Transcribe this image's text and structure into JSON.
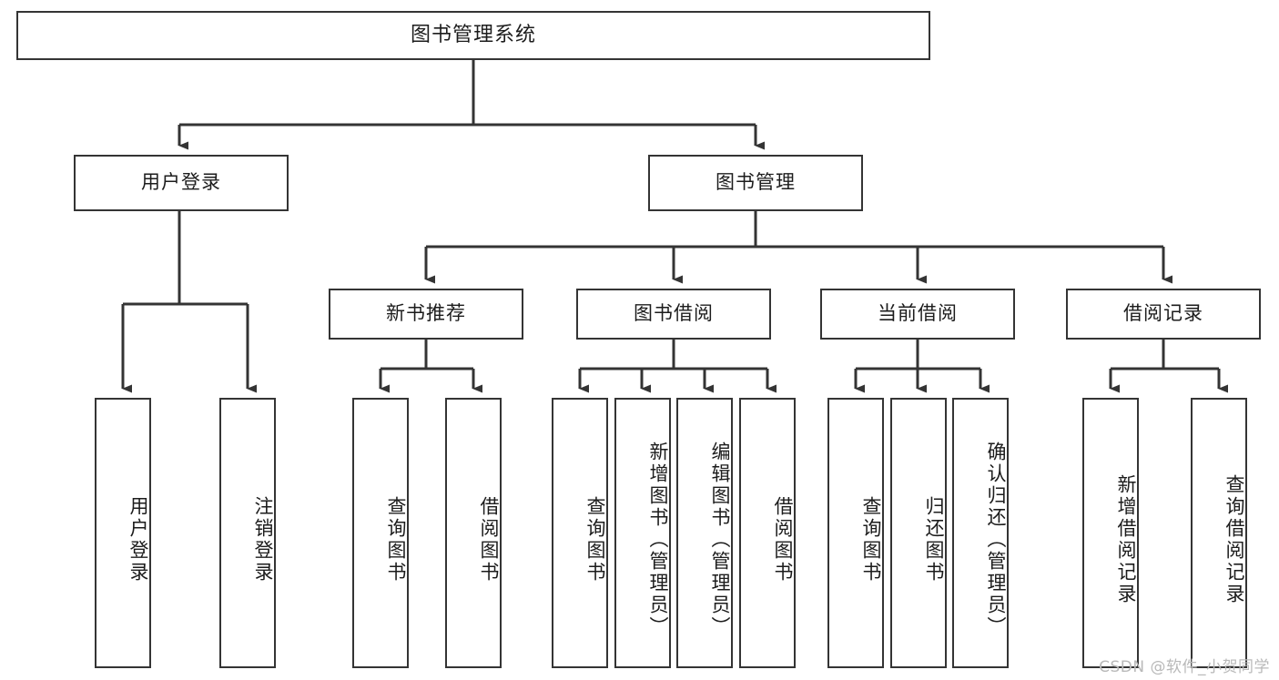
{
  "diagram": {
    "title": "图书管理系统",
    "type": "tree-hierarchy-chart",
    "colors": {
      "background": "#ffffff",
      "box_border": "#343434",
      "box_fill": "#ffffff",
      "connector": "#343434",
      "text": "#1c1c1c",
      "watermark": "#b9b9b9"
    },
    "root": {
      "label": "图书管理系统"
    },
    "level2": [
      {
        "label": "用户登录"
      },
      {
        "label": "图书管理"
      }
    ],
    "level3": [
      {
        "label": "新书推荐"
      },
      {
        "label": "图书借阅"
      },
      {
        "label": "当前借阅"
      },
      {
        "label": "借阅记录"
      }
    ],
    "leaves": {
      "user_login": [
        {
          "label": "用户登录"
        },
        {
          "label": "注销登录"
        }
      ],
      "new_book_recommend": [
        {
          "label": "查询图书"
        },
        {
          "label": "借阅图书"
        }
      ],
      "book_borrow": [
        {
          "label": "查询图书"
        },
        {
          "label": "新增图书（管理员）"
        },
        {
          "label": "编辑图书（管理员）"
        },
        {
          "label": "借阅图书"
        }
      ],
      "current_borrow": [
        {
          "label": "查询图书"
        },
        {
          "label": "归还图书"
        },
        {
          "label": "确认归还（管理员）"
        }
      ],
      "borrow_record": [
        {
          "label": "新增借阅记录"
        },
        {
          "label": "查询借阅记录"
        }
      ]
    }
  },
  "watermark": {
    "text": "CSDN @软件_小贺同学"
  }
}
